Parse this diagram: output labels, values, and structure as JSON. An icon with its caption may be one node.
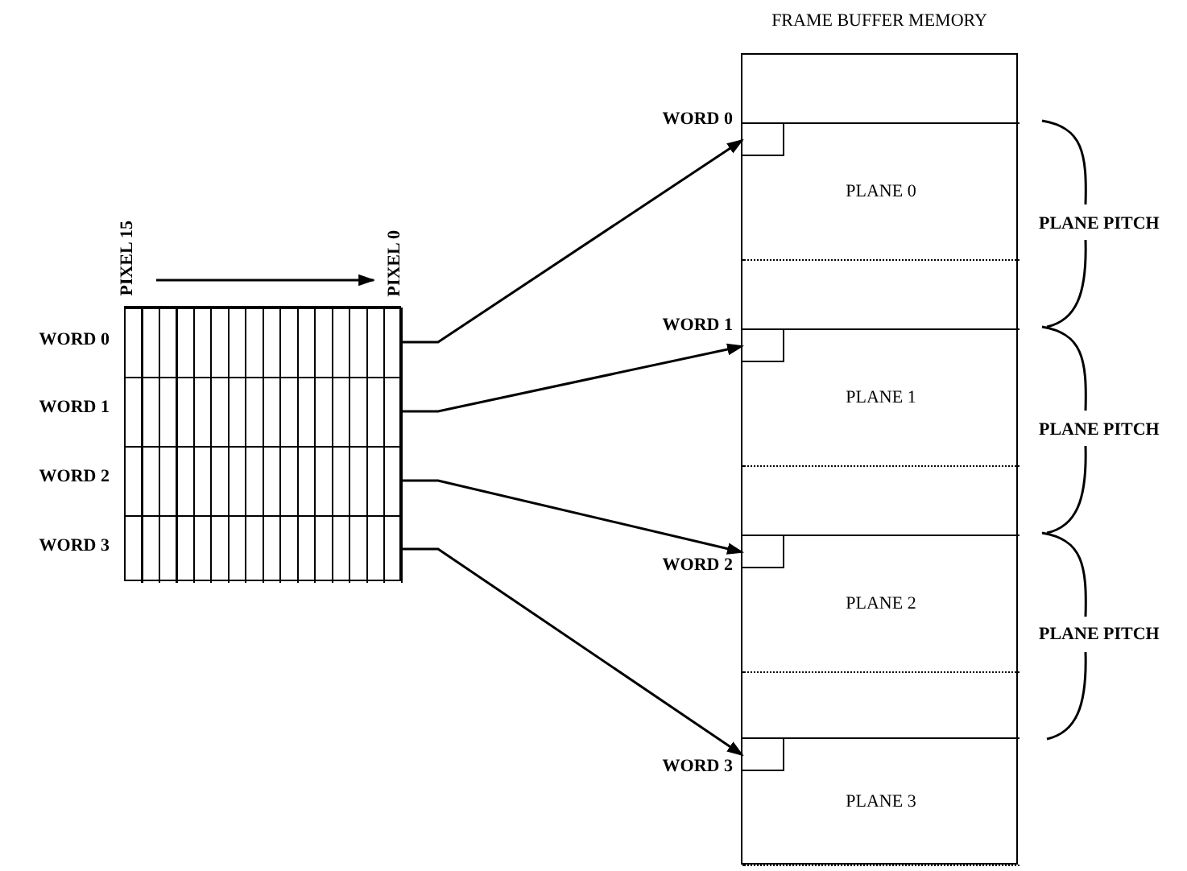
{
  "diagram": {
    "nodes": [
      {
        "text": [
          "FRAME BUFFER MEMORY"
        ]
      },
      {
        "text": [
          "PLANE 0"
        ],
        "in": 0
      },
      {
        "text": [],
        "shape": "box",
        "in": 1,
        "beside": [
          "WORD 0"
        ]
      },
      {
        "text": [
          "PLANE 1"
        ],
        "in": 0
      },
      {
        "text": [],
        "shape": "box",
        "in": 3,
        "beside": [
          "WORD 1"
        ]
      },
      {
        "text": [
          "PLANE 2"
        ],
        "in": 0
      },
      {
        "text": [],
        "shape": "box",
        "in": 5,
        "beside": [
          "WORD 2"
        ]
      },
      {
        "text": [
          "PLANE 3"
        ],
        "in": 0
      },
      {
        "text": [],
        "shape": "box",
        "in": 7,
        "beside": [
          "WORD 3"
        ]
      },
      {
        "text": [],
        "shape": "box"
      },
      {
        "text": [],
        "shape": "box",
        "in": 9,
        "beside": [
          "WORD 0"
        ]
      },
      {
        "text": [],
        "shape": "box",
        "in": 9,
        "beside": [
          "WORD 1"
        ]
      },
      {
        "text": [],
        "shape": "box",
        "in": 9,
        "beside": [
          "WORD 2"
        ]
      },
      {
        "text": [],
        "shape": "box",
        "in": 9,
        "beside": [
          "WORD 3"
        ]
      }
    ],
    "edges": [
      {
        "from": 10,
        "to": 2,
        "arrow": "to"
      },
      {
        "from": 11,
        "to": 4,
        "arrow": "to"
      },
      {
        "from": 12,
        "to": 6,
        "arrow": "to"
      },
      {
        "from": 13,
        "to": 8,
        "arrow": "to"
      }
    ],
    "labels": [
      "PIXEL 15",
      "PIXEL 0",
      "PLANE PITCH",
      "PLANE PITCH",
      "PLANE PITCH"
    ]
  }
}
